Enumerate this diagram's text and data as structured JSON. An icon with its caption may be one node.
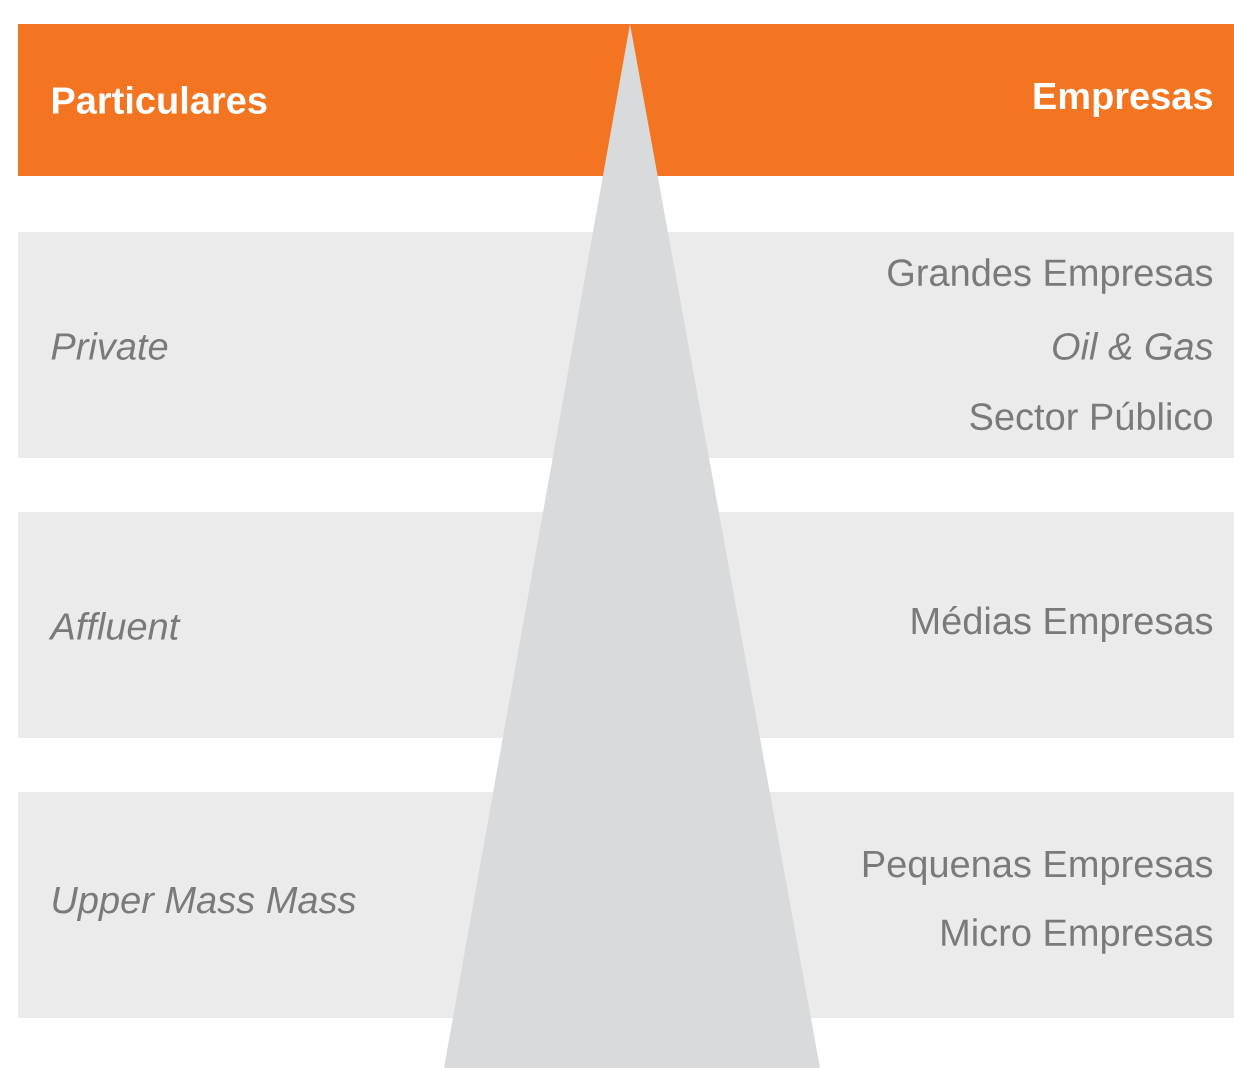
{
  "diagram": {
    "nodes": [
      {
        "text": [
          "Particulares",
          "Empresas"
        ]
      },
      {
        "text": [
          "Private",
          "Grandes Empresas",
          "Oil & Gas",
          "Sector Público"
        ]
      },
      {
        "text": [
          "Affluent",
          "Médias Empresas"
        ]
      },
      {
        "text": [
          "Upper Mass Mass",
          "Pequenas Empresas",
          "Micro Empresas"
        ]
      }
    ]
  }
}
